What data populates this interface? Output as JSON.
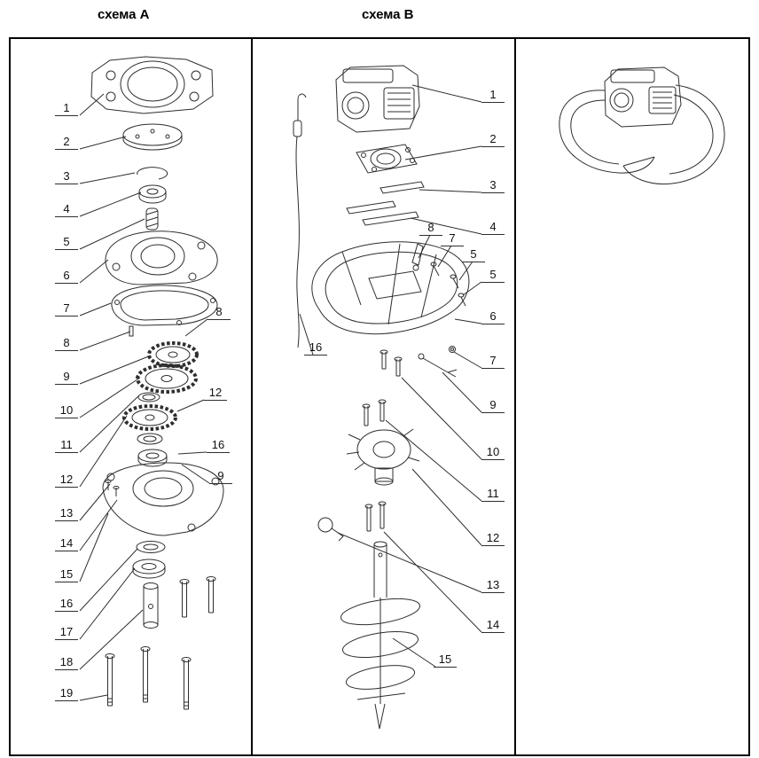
{
  "titles": {
    "schema_a": "схема А",
    "schema_b": "схема В"
  },
  "panel_a": {
    "callouts_left": [
      "1",
      "2",
      "3",
      "4",
      "5",
      "6",
      "7",
      "8",
      "9",
      "10",
      "11",
      "12",
      "13",
      "14",
      "15",
      "16",
      "17",
      "18",
      "19"
    ],
    "callouts_right": [
      "8",
      "12",
      "16",
      "9"
    ]
  },
  "panel_b": {
    "callouts_right": [
      "1",
      "2",
      "3",
      "4",
      "5",
      "6",
      "7",
      "9",
      "10",
      "11",
      "12",
      "13",
      "14"
    ],
    "callouts_float": {
      "throttle_lever": "8",
      "screw": "7",
      "bolt": "5",
      "auger": "15",
      "cable": "16"
    }
  }
}
